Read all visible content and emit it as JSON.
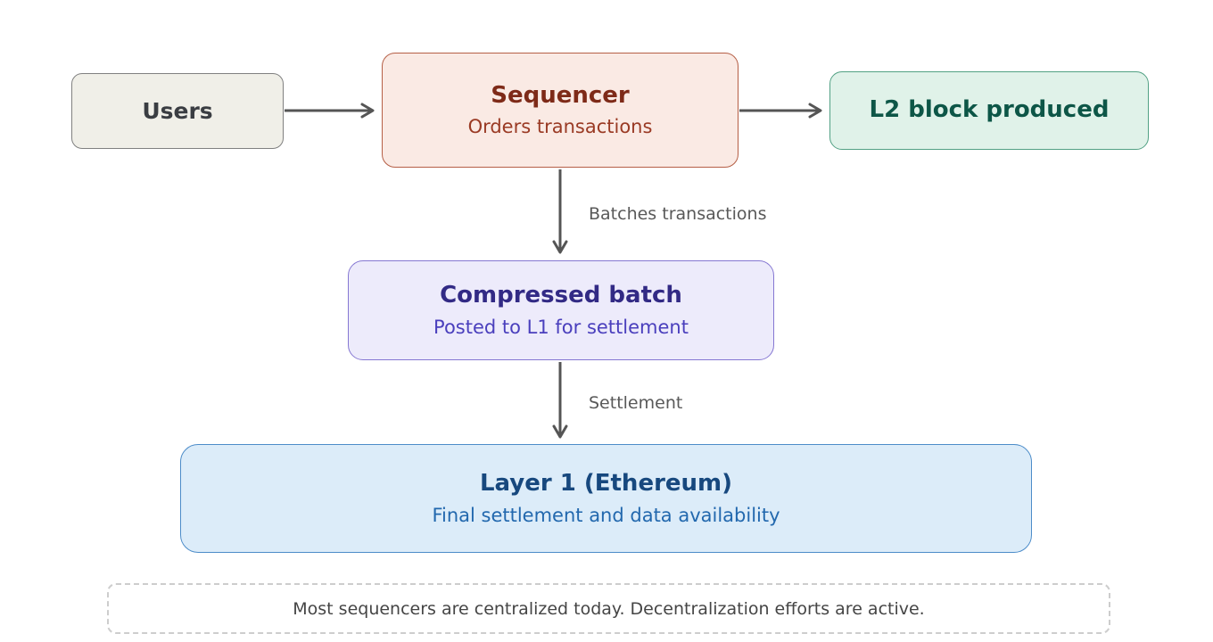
{
  "diagram": {
    "nodes": {
      "users": {
        "title": "Users",
        "bg": "#f0efe8",
        "border": "#808080",
        "title_color": "#3a3d42"
      },
      "sequencer": {
        "title": "Sequencer",
        "subtitle": "Orders transactions",
        "bg": "#faeae4",
        "border": "#b55f46",
        "title_color": "#7e2a18",
        "subtitle_color": "#9a3a24"
      },
      "l2_block": {
        "title": "L2 block produced",
        "bg": "#e0f2e9",
        "border": "#52a184",
        "title_color": "#0d5647"
      },
      "compressed_batch": {
        "title": "Compressed batch",
        "subtitle": "Posted to L1 for settlement",
        "bg": "#edebfb",
        "border": "#8577d2",
        "title_color": "#322a85",
        "subtitle_color": "#4a3fbd"
      },
      "layer1": {
        "title": "Layer 1 (Ethereum)",
        "subtitle": "Final settlement and data availability",
        "bg": "#dcecf9",
        "border": "#4c8cc9",
        "title_color": "#17487e",
        "subtitle_color": "#2268ae"
      }
    },
    "edges": [
      {
        "id": "users-to-sequencer",
        "label": ""
      },
      {
        "id": "sequencer-to-l2",
        "label": ""
      },
      {
        "id": "sequencer-to-batch",
        "label": "Batches transactions"
      },
      {
        "id": "batch-to-layer1",
        "label": "Settlement"
      }
    ],
    "arrow_color": "#555555",
    "note": {
      "text": "Most sequencers are centralized today. Decentralization efforts are active.",
      "text_color": "#454545",
      "border_color": "#cdcdcd"
    }
  }
}
